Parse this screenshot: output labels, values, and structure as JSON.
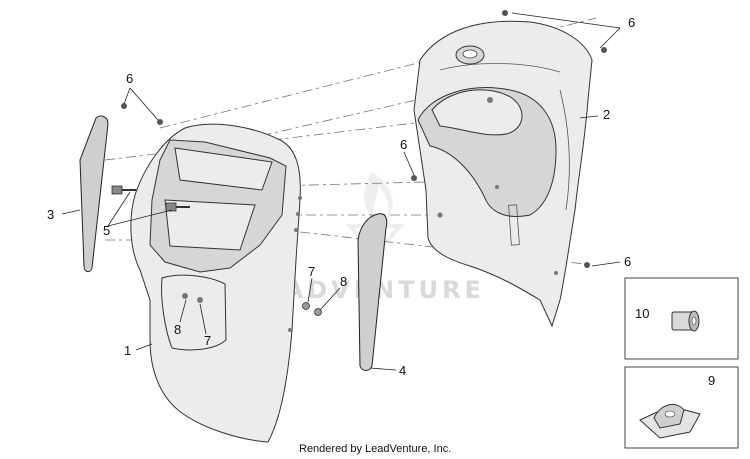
{
  "diagram": {
    "callouts": [
      {
        "id": "c6a",
        "label": "6"
      },
      {
        "id": "c6b",
        "label": "6"
      },
      {
        "id": "c6c",
        "label": "6"
      },
      {
        "id": "c6d",
        "label": "6"
      },
      {
        "id": "c2",
        "label": "2"
      },
      {
        "id": "c3",
        "label": "3"
      },
      {
        "id": "c5",
        "label": "5"
      },
      {
        "id": "c1",
        "label": "1"
      },
      {
        "id": "c8a",
        "label": "8"
      },
      {
        "id": "c7a",
        "label": "7"
      },
      {
        "id": "c7b",
        "label": "7"
      },
      {
        "id": "c8b",
        "label": "8"
      },
      {
        "id": "c4",
        "label": "4"
      },
      {
        "id": "c10",
        "label": "10"
      },
      {
        "id": "c9",
        "label": "9"
      }
    ],
    "watermark": "LEADVENTURE",
    "credit": "Rendered by LeadVenture, Inc."
  }
}
